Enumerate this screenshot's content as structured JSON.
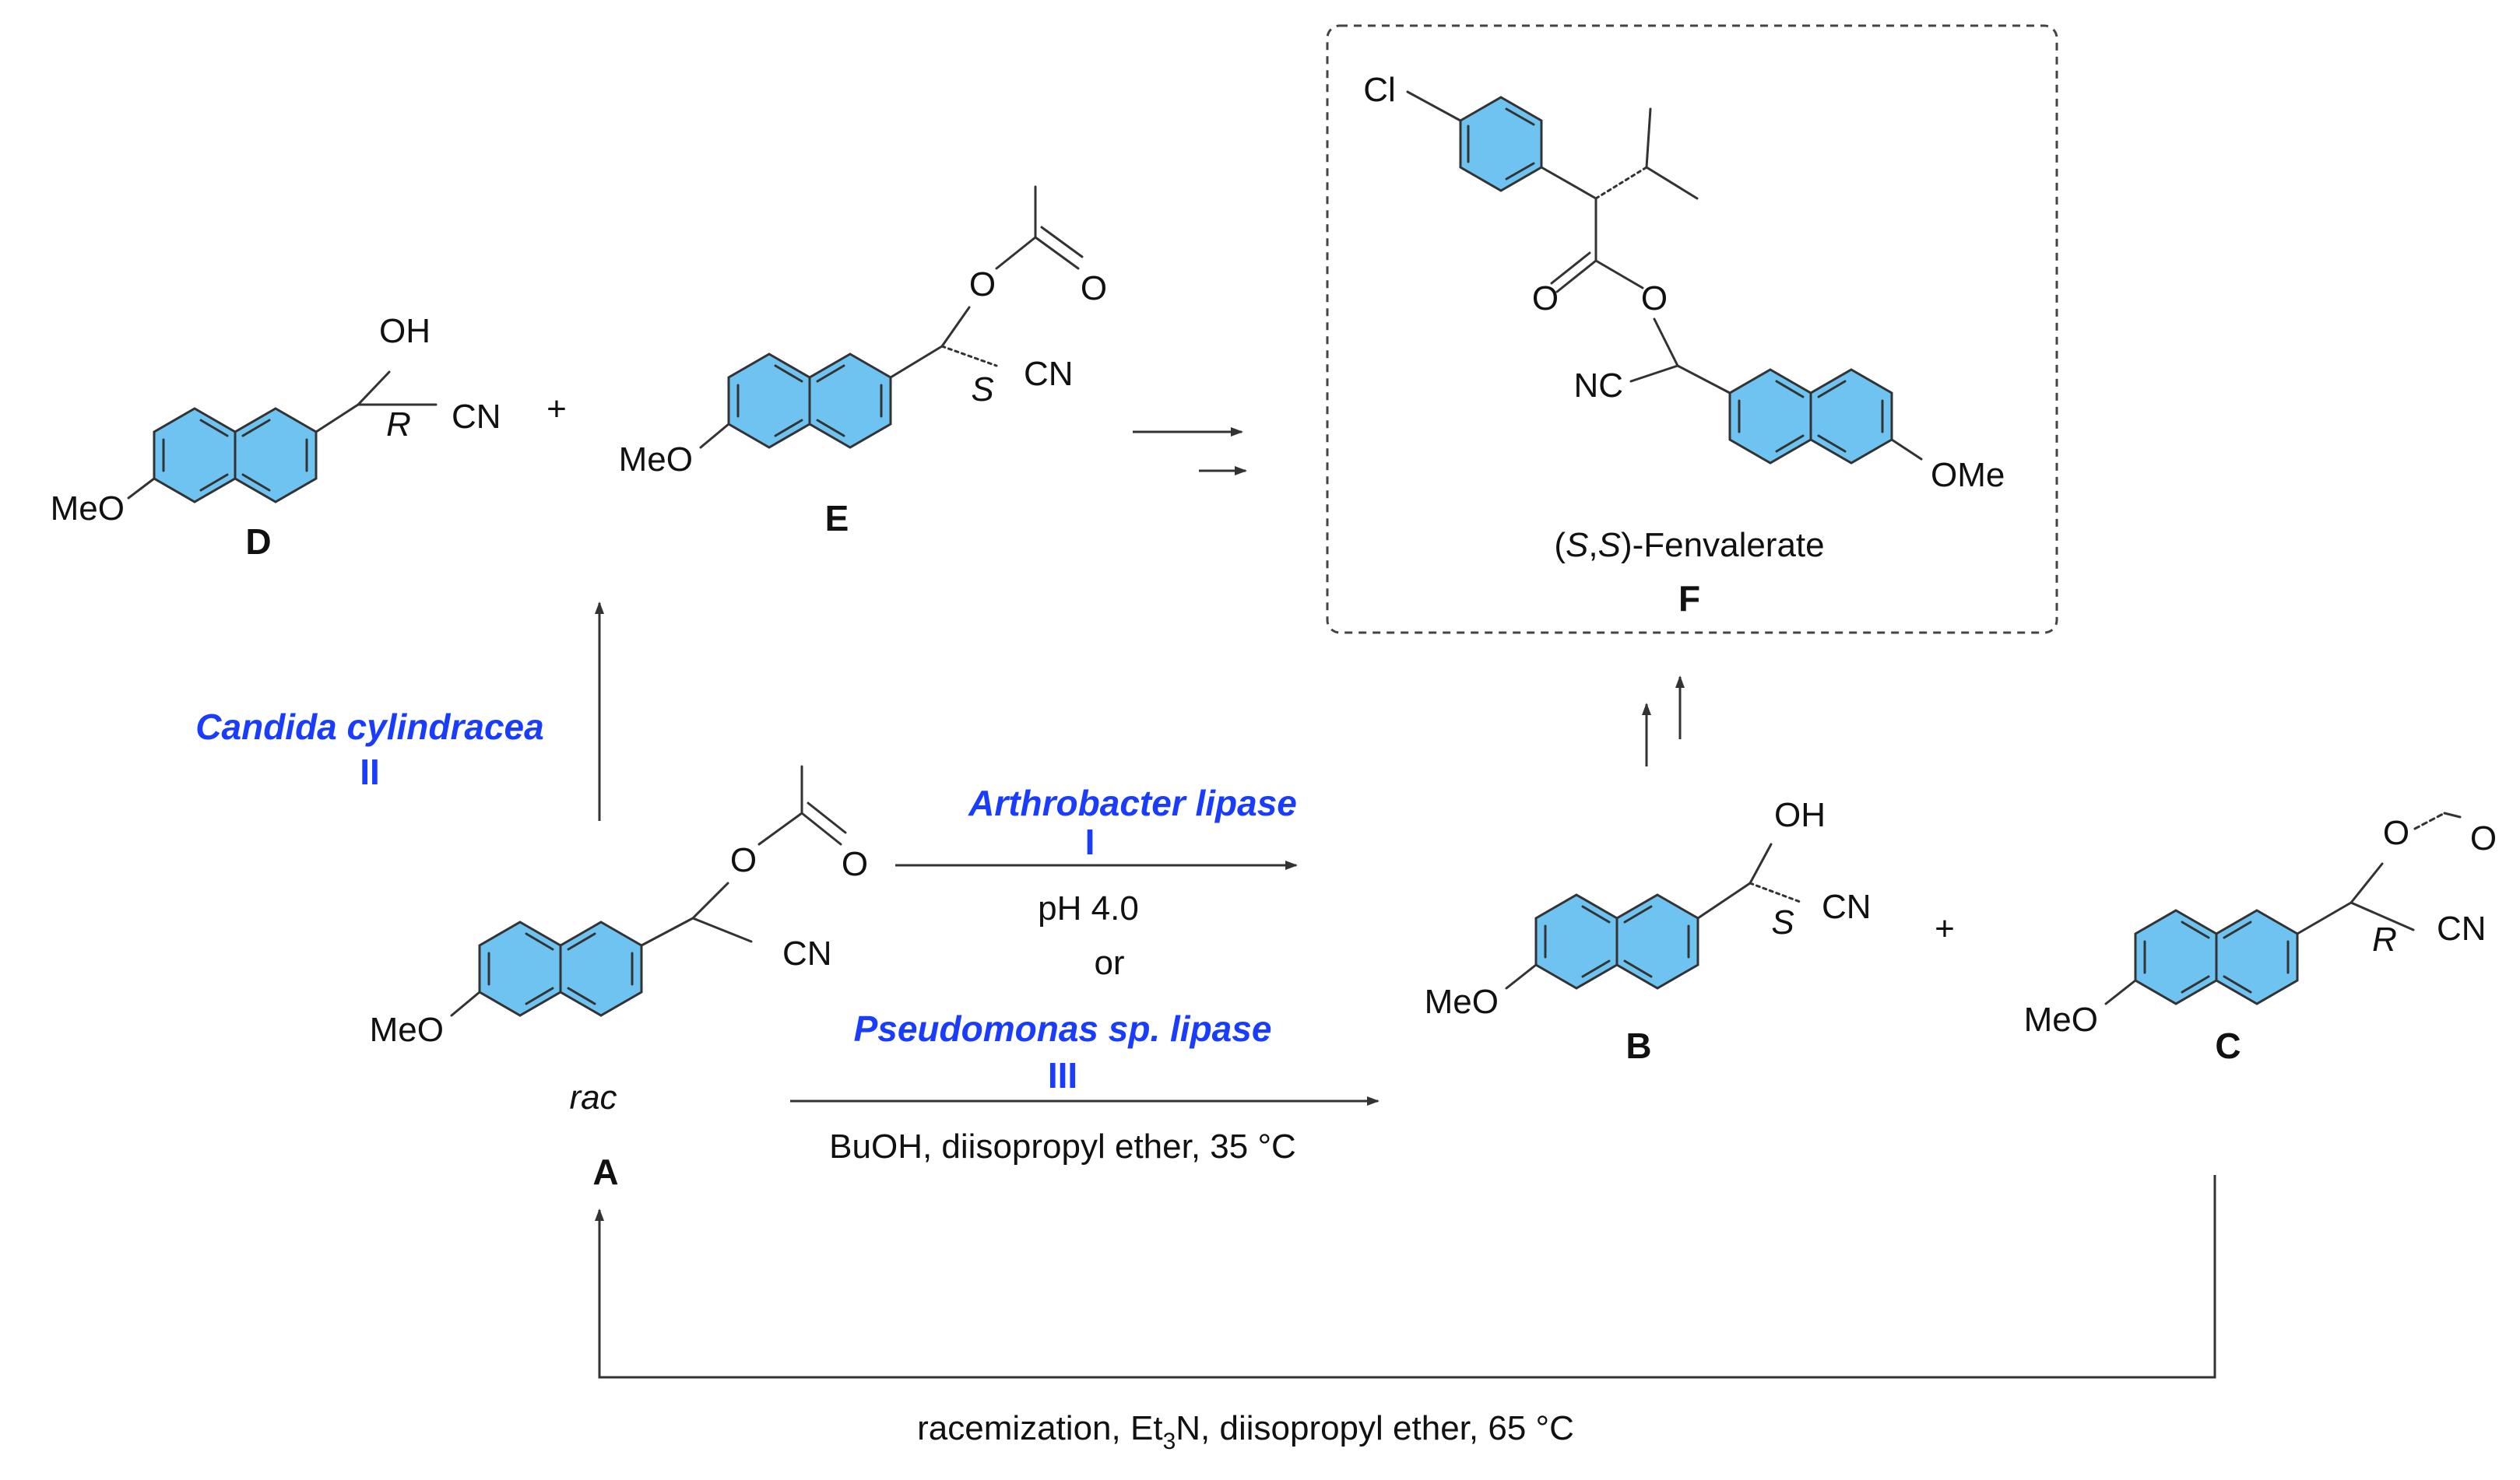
{
  "compounds": {
    "D": {
      "label": "D",
      "substituent": "MeO",
      "group1": "OH",
      "group2": "CN",
      "stereo": "R"
    },
    "E": {
      "label": "E",
      "substituent": "MeO",
      "group1": "O",
      "carbonyl": "O",
      "group2": "CN",
      "stereo": "S"
    },
    "A": {
      "label": "A",
      "substituent": "MeO",
      "group1": "O",
      "carbonyl": "O",
      "group2": "CN",
      "descriptor": "rac"
    },
    "B": {
      "label": "B",
      "substituent": "MeO",
      "group1": "OH",
      "group2": "CN",
      "stereo": "S"
    },
    "C": {
      "label": "C",
      "substituent": "MeO",
      "group1": "O",
      "carbonyl": "O",
      "group2": "CN",
      "stereo": "R"
    },
    "F": {
      "label": "F",
      "chloro": "Cl",
      "carbonyl": "O",
      "ester_o": "O",
      "nitrile": "NC",
      "substituent": "OMe",
      "name_prefix": "(",
      "name_s1": "S",
      "name_comma": ",",
      "name_s2": "S",
      "name_suffix": ")-Fenvalerate"
    }
  },
  "plus_signs": [
    "+",
    "+"
  ],
  "reactions": {
    "enzyme_I": {
      "name": "Arthrobacter lipase",
      "number": "I",
      "condition": "pH 4.0"
    },
    "or": "or",
    "enzyme_III": {
      "name": "Pseudomonas sp. lipase",
      "number": "III",
      "condition": "BuOH, diisopropyl ether, 35 °C"
    },
    "enzyme_II": {
      "name": "Candida cylindracea",
      "number": "II"
    },
    "racemization": {
      "prefix": "racemization, Et",
      "subscript": "3",
      "suffix": "N, diisopropyl ether, 65 °C"
    }
  }
}
